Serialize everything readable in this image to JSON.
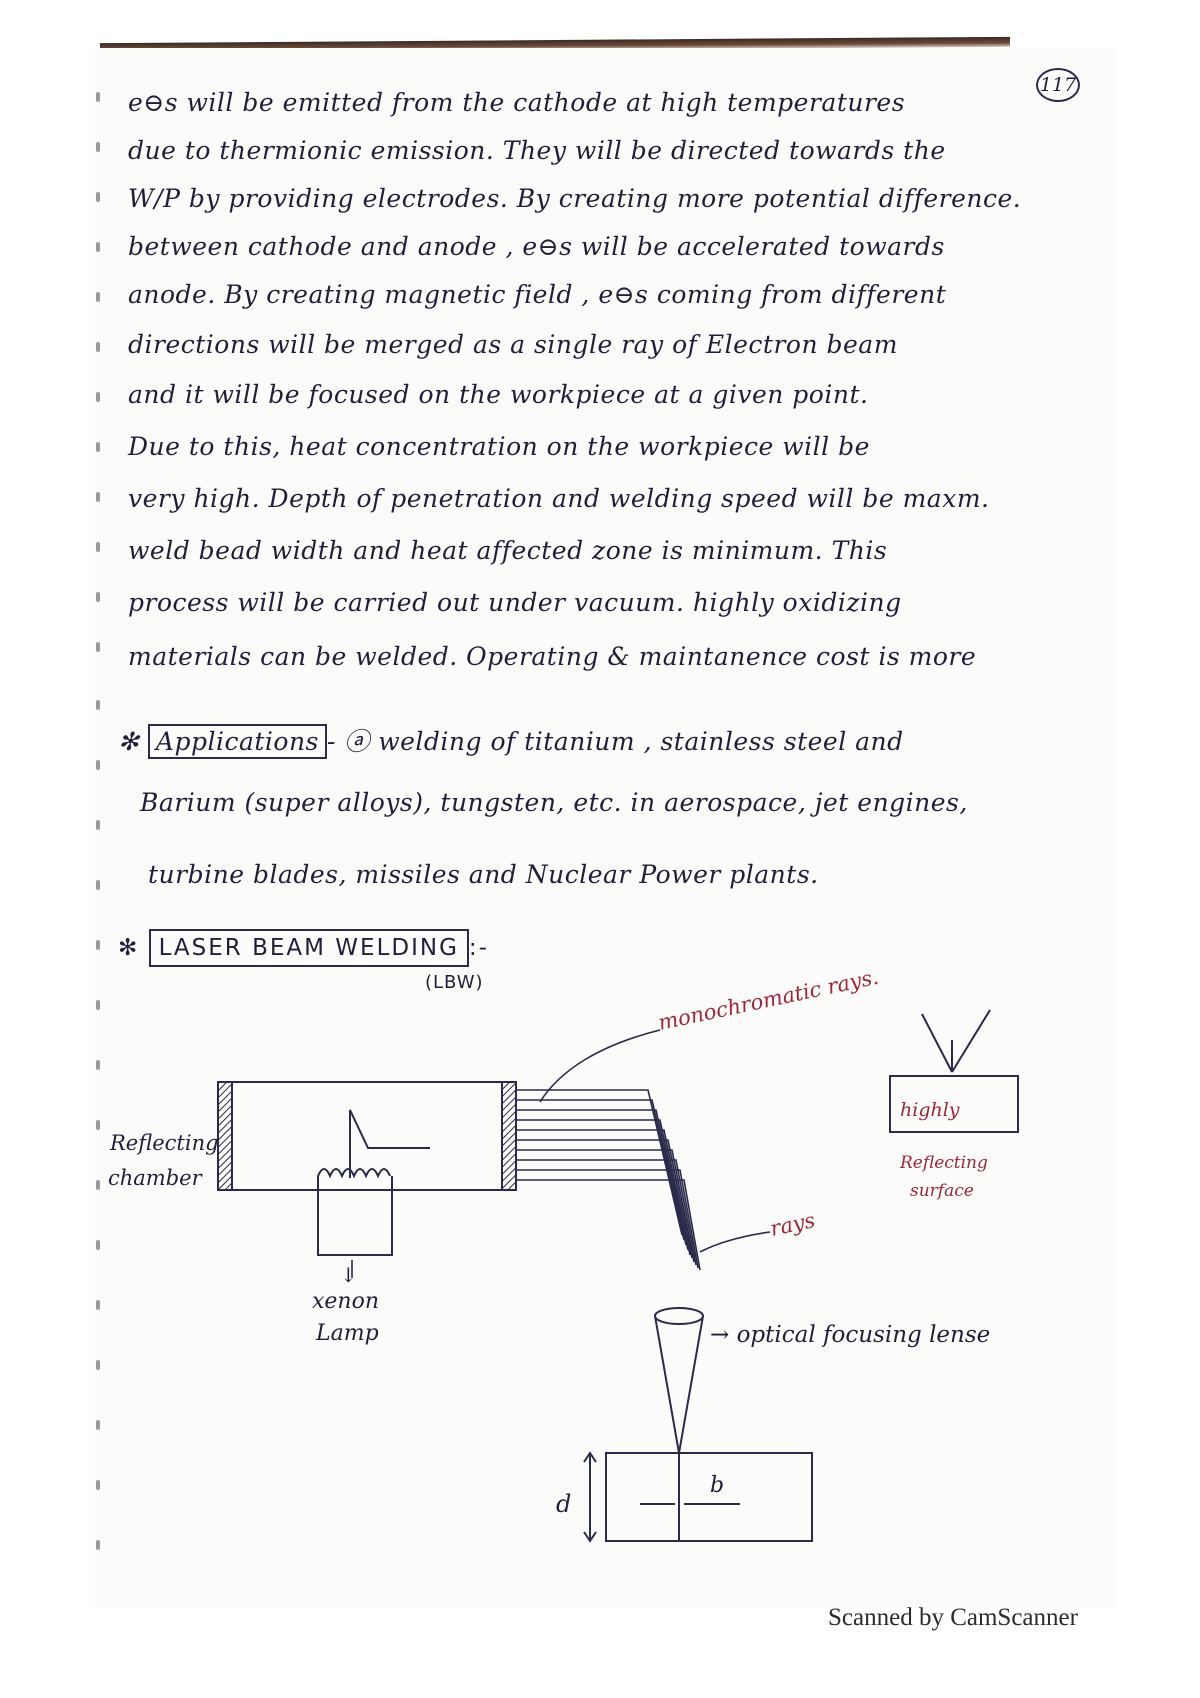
{
  "page_number": "117",
  "paragraph_lines": [
    "e⊖s  will be emitted  from the  cathode  at  high  temperatures",
    "due to  thermionic  emission.  They  will be  directed  towards  the",
    "W/P  by  providing  electrodes.  By  creating  more  potential  difference.",
    "between  cathode  and  anode , e⊖s  will  be  accelerated  towards",
    "anode.  By  creating  magnetic field , e⊖s  coming  from  different",
    "directions  will  be  merged  as  a  single  ray  of  Electron  beam",
    "and  it  will  be  focused  on  the  workpiece  at  a  given  point.",
    "Due  to  this,  heat  concentration  on  the  workpiece  will  be",
    "very  high.  Depth  of  penetration  and  welding  speed  will be  maxm.",
    "weld  bead  width  and  heat  affected  zone  is  minimum.  This",
    "process  will  be  carried  out  under  vacuum.  highly  oxidizing",
    "materials  can  be  welded.  Operating  &  maintanence  cost  is more"
  ],
  "applications": {
    "star": "✻",
    "label": "Applications",
    "line1": "- ⓐ welding  of  titanium ,  stainless  steel  and",
    "line2": "Barium  (super alloys),  tungsten,  etc.  in  aerospace,  jet  engines,",
    "line3": "turbine  blades,  missiles  and  Nuclear  Power  plants."
  },
  "laser_heading": {
    "star": "✻",
    "title": "LASER   BEAM   WELDING",
    "suffix": ":-",
    "abbrev": "(LBW)"
  },
  "diagram_labels": {
    "reflecting_chamber_1": "Reflecting",
    "reflecting_chamber_2": "chamber",
    "xenon_lamp_1": "xenon",
    "xenon_lamp_2": "Lamp",
    "arrow_down": "↓",
    "monochromatic_rays": "monochromatic rays.",
    "rays": "rays",
    "optical_lens": "→ optical  focusing  lense",
    "highly": "highly",
    "reflecting_surface_1": "Reflecting",
    "reflecting_surface_2": "surface",
    "depth": "d",
    "bead_width": "b"
  },
  "footer": "Scanned by CamScanner",
  "colors": {
    "ink": "#1f1f3a",
    "red_ink": "#a0263a"
  }
}
